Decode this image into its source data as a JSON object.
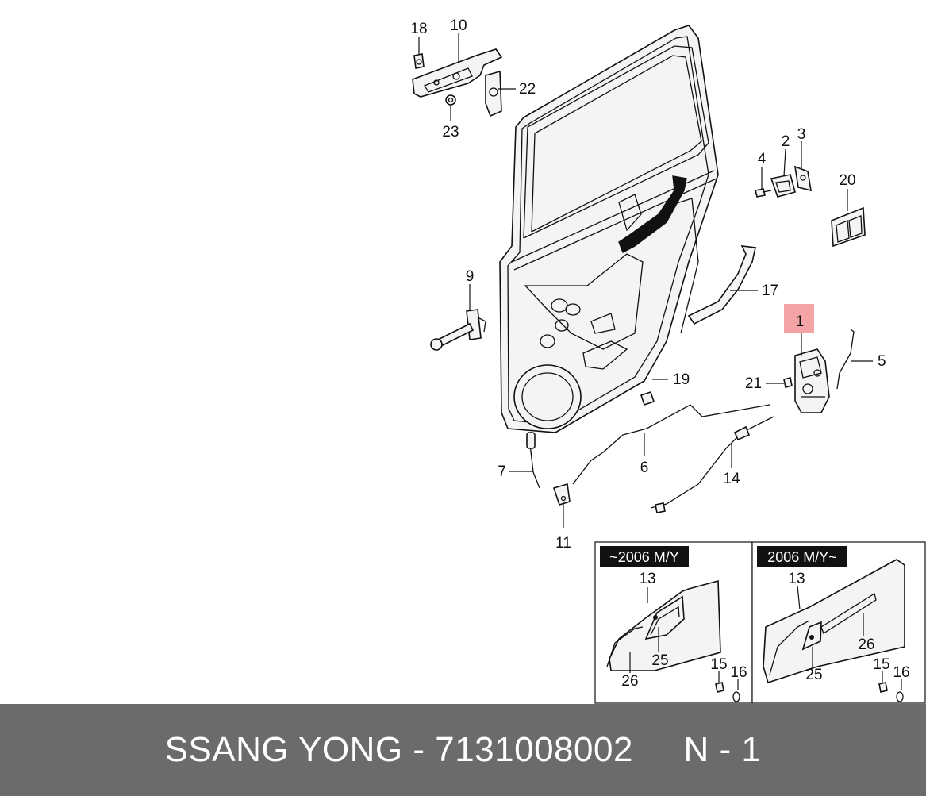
{
  "callouts": [
    {
      "id": "18",
      "text": "18"
    },
    {
      "id": "10",
      "text": "10"
    },
    {
      "id": "22",
      "text": "22"
    },
    {
      "id": "23",
      "text": "23"
    },
    {
      "id": "4",
      "text": "4"
    },
    {
      "id": "2",
      "text": "2"
    },
    {
      "id": "3",
      "text": "3"
    },
    {
      "id": "20",
      "text": "20"
    },
    {
      "id": "9",
      "text": "9"
    },
    {
      "id": "17",
      "text": "17"
    },
    {
      "id": "1",
      "text": "1"
    },
    {
      "id": "5",
      "text": "5"
    },
    {
      "id": "21",
      "text": "21"
    },
    {
      "id": "19",
      "text": "19"
    },
    {
      "id": "7",
      "text": "7"
    },
    {
      "id": "6",
      "text": "6"
    },
    {
      "id": "14",
      "text": "14"
    },
    {
      "id": "11",
      "text": "11"
    }
  ],
  "inset_left": {
    "title": "~2006 M/Y",
    "labels": {
      "a": "13",
      "b": "25",
      "c": "26",
      "d": "15",
      "e": "16"
    }
  },
  "inset_right": {
    "title": "2006 M/Y~",
    "labels": {
      "a": "13",
      "b": "26",
      "c": "25",
      "d": "15",
      "e": "16"
    }
  },
  "highlight_color": "#f4a3a6",
  "footer": {
    "text": "SSANG YONG - 7131008002     N - 1"
  }
}
